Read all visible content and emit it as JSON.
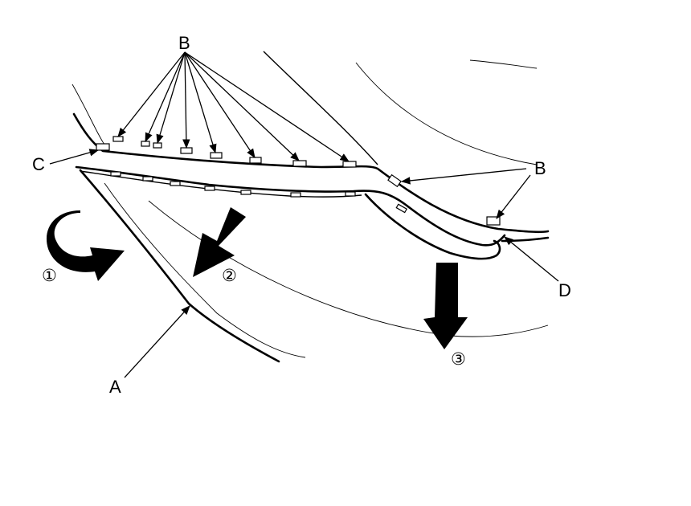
{
  "callouts": {
    "a": "A",
    "b_top": "B",
    "b_right": "B",
    "c": "C",
    "d": "D"
  },
  "steps": {
    "one": "①",
    "two": "②",
    "three": "③"
  }
}
